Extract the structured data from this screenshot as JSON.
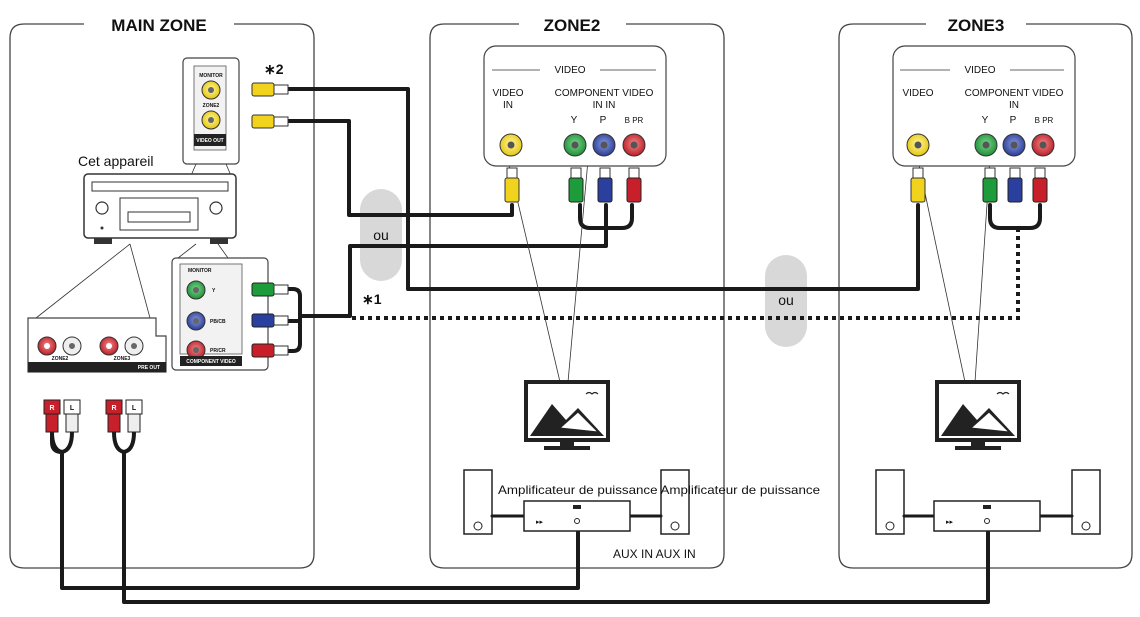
{
  "zones": {
    "main": "MAIN ZONE",
    "zone2": "ZONE2",
    "zone3": "ZONE3"
  },
  "device_label": "Cet appareil",
  "panel_labels": {
    "monitor": "MONITOR",
    "zone2": "ZONE2",
    "video_out": "VIDEO OUT",
    "component": "COMPONENT VIDEO",
    "y": "Y",
    "pb": "PB/CB",
    "pr": "PR/CR",
    "pre_out": "PRE OUT",
    "z2": "ZONE2",
    "z3": "ZONE3",
    "l": "L",
    "r": "R"
  },
  "video_panel": {
    "header": "VIDEO",
    "zone2_video": "VIDEO",
    "zone2_in": "IN",
    "zone3_video": "VIDEO",
    "component_line1": "COMPONENT VIDEO",
    "zone2_component_line2": "IN IN",
    "zone3_component_line2": "IN",
    "y": "Y",
    "p": "P",
    "zone2_bpr": "B PR",
    "zone3_bpr": "B PR"
  },
  "notes": {
    "star1": "∗1",
    "star2": "∗2",
    "or_label": "ou"
  },
  "amplifier_label": "Amplificateur de puissance Amplificateur de puissance",
  "aux_label": "AUX IN AUX IN",
  "colors": {
    "yellow": "#f1d21d",
    "green": "#1e9b3a",
    "blue": "#2b3f9e",
    "red": "#c8202b",
    "cable": "#1a1a1a"
  }
}
